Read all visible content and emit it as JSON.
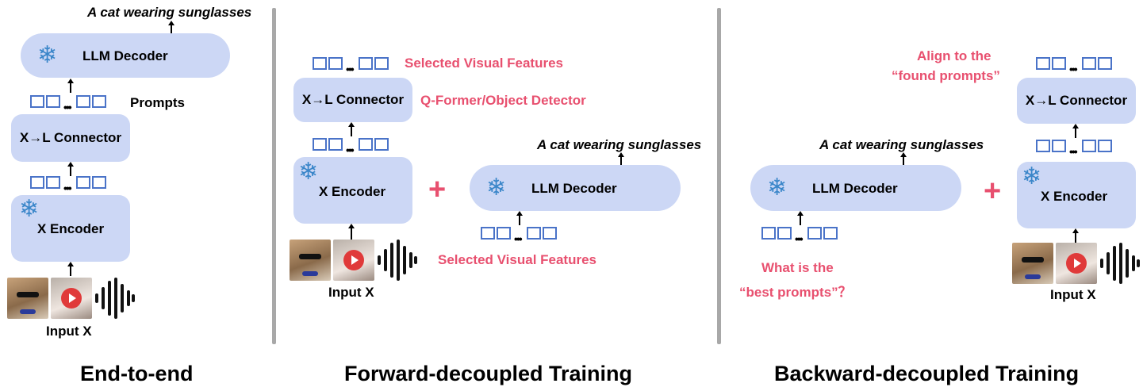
{
  "labels": {
    "cat_caption": "A cat wearing sunglasses",
    "llm_decoder": "LLM Decoder",
    "connector": "X→L Connector",
    "x_encoder": "X Encoder",
    "input_x": "Input X",
    "prompts": "Prompts",
    "selected_visual_features": "Selected Visual Features",
    "qformer": "Q-Former/Object Detector",
    "align_line1": "Align to the",
    "align_line2": "“found prompts”",
    "what_line1": "What is the",
    "what_line2": "“best prompts”？"
  },
  "titles": {
    "end_to_end": "End-to-end",
    "forward": "Forward-decoupled Training",
    "backward": "Backward-decoupled Training"
  },
  "icons": {
    "snowflake": "snowflake-icon",
    "plus": "plus-icon",
    "arrow": "arrow-up-icon",
    "waveform": "audio-waveform-icon",
    "play": "play-icon"
  },
  "colors": {
    "box_fill": "#ccd7f5",
    "accent_red": "#e8506f",
    "token_border": "#4a73c8",
    "snowflake": "#3a86c9",
    "divider": "#a8a8a8"
  }
}
